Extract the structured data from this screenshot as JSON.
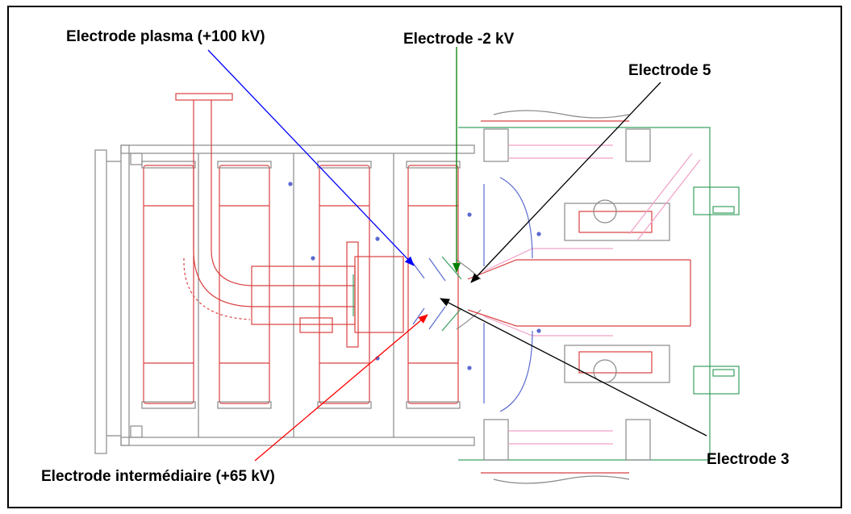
{
  "callouts": {
    "plasma": "Electrode plasma (+100 kV)",
    "minus2": "Electrode -2 kV",
    "e5": "Electrode 5",
    "intermediaire": "Electrode intermédiaire (+65 kV)",
    "e3": "Electrode 3"
  },
  "colors": {
    "plasma": "#0000ff",
    "minus2": "#008000",
    "e5": "#000000",
    "intermediaire": "#ff0000",
    "e3": "#000000",
    "drawing_red": "#d94040",
    "drawing_pink": "#f0a0c8",
    "drawing_blue": "#5a6ad0",
    "drawing_green": "#3aa060",
    "drawing_gray": "#8a8a8a"
  }
}
